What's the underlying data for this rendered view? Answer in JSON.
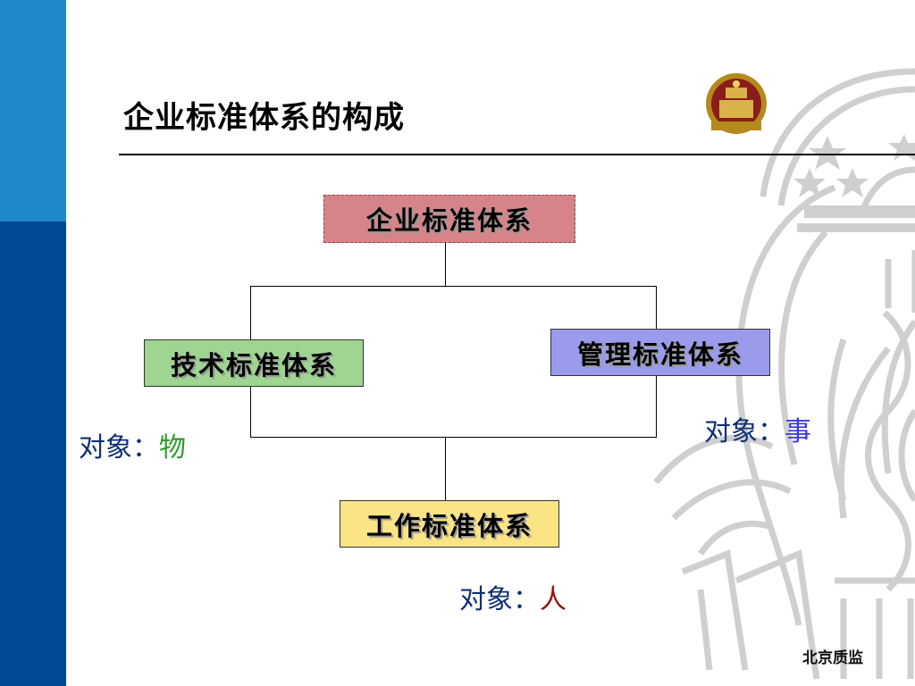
{
  "title": "企业标准体系的构成",
  "diagram": {
    "root": "企业标准体系",
    "technical": "技术标准体系",
    "management": "管理标准体系",
    "work": "工作标准体系"
  },
  "objects": {
    "prefix": "对象：",
    "technical_value": "物",
    "management_value": "事",
    "work_value": "人"
  },
  "footer": "北京质监",
  "colors": {
    "sidebar_top": "#1e88cc",
    "sidebar_bottom": "#004a93",
    "root_box": "#d6848a",
    "technical_box": "#9ed691",
    "management_box": "#9b9bec",
    "work_box": "#fbe483"
  }
}
